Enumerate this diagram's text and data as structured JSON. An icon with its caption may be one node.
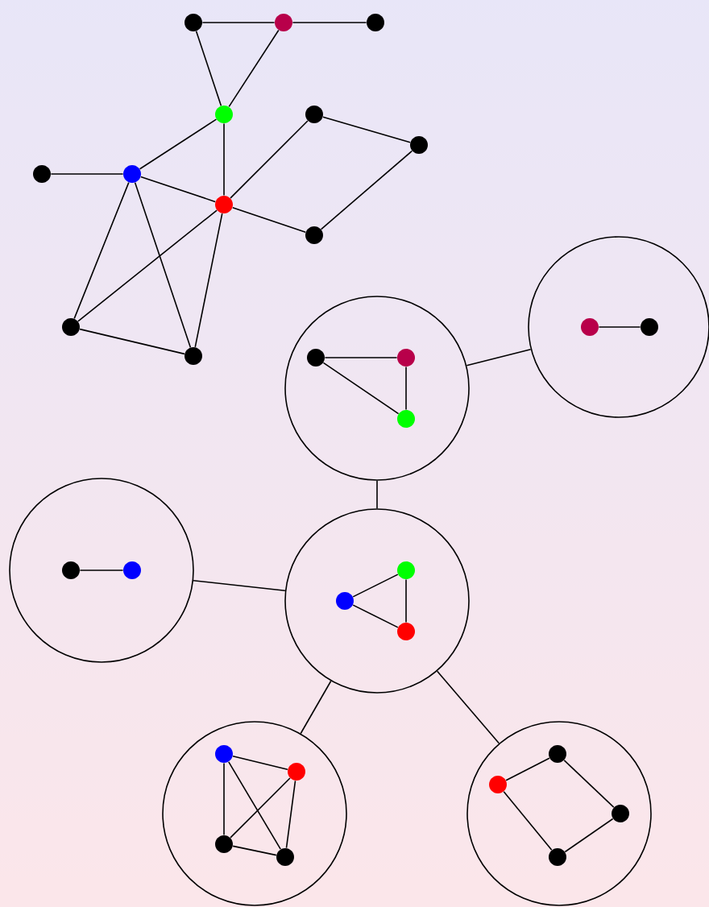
{
  "diagram": {
    "nodes": [
      {
        "text": [],
        "shape": "circle"
      },
      {
        "text": [],
        "shape": "circle"
      },
      {
        "text": [],
        "shape": "circle"
      },
      {
        "text": [],
        "shape": "circle"
      },
      {
        "text": [],
        "shape": "circle"
      },
      {
        "text": [],
        "shape": "circle"
      },
      {
        "text": [],
        "shape": "circle"
      },
      {
        "text": [],
        "shape": "circle"
      },
      {
        "text": [],
        "shape": "circle"
      },
      {
        "text": [],
        "shape": "circle"
      },
      {
        "text": [],
        "shape": "circle"
      },
      {
        "text": [],
        "shape": "circle"
      },
      {
        "text": [],
        "shape": "circle"
      },
      {
        "text": [],
        "shape": "circle",
        "in": 12
      },
      {
        "text": [],
        "shape": "circle",
        "in": 12
      },
      {
        "text": [],
        "shape": "circle"
      },
      {
        "text": [],
        "shape": "circle",
        "in": 15
      },
      {
        "text": [],
        "shape": "circle",
        "in": 15
      },
      {
        "text": [],
        "shape": "circle",
        "in": 15
      },
      {
        "text": [],
        "shape": "circle"
      },
      {
        "text": [],
        "shape": "circle",
        "in": 19
      },
      {
        "text": [],
        "shape": "circle",
        "in": 19
      },
      {
        "text": [],
        "shape": "circle"
      },
      {
        "text": [],
        "shape": "circle",
        "in": 22
      },
      {
        "text": [],
        "shape": "circle",
        "in": 22
      },
      {
        "text": [],
        "shape": "circle",
        "in": 22
      },
      {
        "text": [],
        "shape": "circle"
      },
      {
        "text": [],
        "shape": "circle",
        "in": 26
      },
      {
        "text": [],
        "shape": "circle",
        "in": 26
      },
      {
        "text": [],
        "shape": "circle",
        "in": 26
      },
      {
        "text": [],
        "shape": "circle",
        "in": 26
      },
      {
        "text": [],
        "shape": "circle"
      },
      {
        "text": [],
        "shape": "circle",
        "in": 31
      },
      {
        "text": [],
        "shape": "circle",
        "in": 31
      },
      {
        "text": [],
        "shape": "circle",
        "in": 31
      },
      {
        "text": [],
        "shape": "circle",
        "in": 31
      }
    ],
    "edges": [
      {
        "from": 0,
        "to": 1,
        "arrow": "none"
      },
      {
        "from": 1,
        "to": 2,
        "arrow": "none"
      },
      {
        "from": 0,
        "to": 3,
        "arrow": "none"
      },
      {
        "from": 1,
        "to": 3,
        "arrow": "none"
      },
      {
        "from": 3,
        "to": 7,
        "arrow": "none"
      },
      {
        "from": 3,
        "to": 8,
        "arrow": "none"
      },
      {
        "from": 6,
        "to": 7,
        "arrow": "none"
      },
      {
        "from": 7,
        "to": 8,
        "arrow": "none"
      },
      {
        "from": 4,
        "to": 8,
        "arrow": "none"
      },
      {
        "from": 4,
        "to": 5,
        "arrow": "none"
      },
      {
        "from": 5,
        "to": 9,
        "arrow": "none"
      },
      {
        "from": 8,
        "to": 9,
        "arrow": "none"
      },
      {
        "from": 7,
        "to": 10,
        "arrow": "none"
      },
      {
        "from": 7,
        "to": 11,
        "arrow": "none"
      },
      {
        "from": 8,
        "to": 10,
        "arrow": "none"
      },
      {
        "from": 8,
        "to": 11,
        "arrow": "none"
      },
      {
        "from": 10,
        "to": 11,
        "arrow": "none"
      },
      {
        "from": 13,
        "to": 14,
        "arrow": "none"
      },
      {
        "from": 16,
        "to": 17,
        "arrow": "none"
      },
      {
        "from": 17,
        "to": 18,
        "arrow": "none"
      },
      {
        "from": 16,
        "to": 18,
        "arrow": "none"
      },
      {
        "from": 20,
        "to": 21,
        "arrow": "none"
      },
      {
        "from": 23,
        "to": 24,
        "arrow": "none"
      },
      {
        "from": 24,
        "to": 25,
        "arrow": "none"
      },
      {
        "from": 23,
        "to": 25,
        "arrow": "none"
      },
      {
        "from": 27,
        "to": 28,
        "arrow": "none"
      },
      {
        "from": 27,
        "to": 29,
        "arrow": "none"
      },
      {
        "from": 27,
        "to": 30,
        "arrow": "none"
      },
      {
        "from": 28,
        "to": 29,
        "arrow": "none"
      },
      {
        "from": 28,
        "to": 30,
        "arrow": "none"
      },
      {
        "from": 29,
        "to": 30,
        "arrow": "none"
      },
      {
        "from": 33,
        "to": 32,
        "arrow": "none"
      },
      {
        "from": 32,
        "to": 34,
        "arrow": "none"
      },
      {
        "from": 34,
        "to": 35,
        "arrow": "none"
      },
      {
        "from": 35,
        "to": 33,
        "arrow": "none"
      },
      {
        "from": 15,
        "to": 12,
        "arrow": "none"
      },
      {
        "from": 15,
        "to": 22,
        "arrow": "none"
      },
      {
        "from": 19,
        "to": 22,
        "arrow": "none"
      },
      {
        "from": 22,
        "to": 26,
        "arrow": "none"
      },
      {
        "from": 22,
        "to": 31,
        "arrow": "none"
      }
    ]
  }
}
